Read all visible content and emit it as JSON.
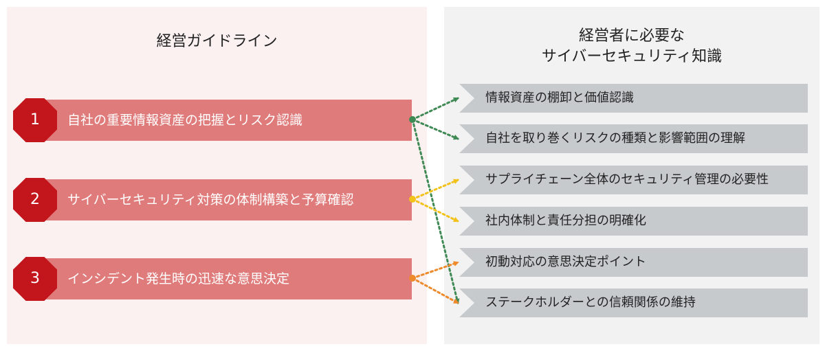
{
  "left_panel": {
    "title": "経営ガイドライン",
    "items": [
      {
        "number": "1",
        "label": "自社の重要情報資産の把握とリスク認識"
      },
      {
        "number": "2",
        "label": "サイバーセキュリティ対策の体制構築と予算確認"
      },
      {
        "number": "3",
        "label": "インシデント発生時の迅速な意思決定"
      }
    ]
  },
  "right_panel": {
    "title_line1": "経営者に必要な",
    "title_line2": "サイバーセキュリティ知識",
    "items": [
      {
        "label": "情報資産の棚卸と価値認識"
      },
      {
        "label": "自社を取り巻くリスクの種類と影響範囲の理解"
      },
      {
        "label": "サプライチェーン全体のセキュリティ管理の必要性"
      },
      {
        "label": "社内体制と責任分担の明確化"
      },
      {
        "label": "初動対応の意思決定ポイント"
      },
      {
        "label": "ステークホルダーとの信頼関係の維持"
      }
    ]
  },
  "connections": [
    {
      "from": 1,
      "to": [
        1,
        2,
        6
      ],
      "color": "#3f8a54"
    },
    {
      "from": 2,
      "to": [
        3,
        4
      ],
      "color": "#f2c21b"
    },
    {
      "from": 3,
      "to": [
        5,
        6
      ],
      "color": "#ef8a2c"
    }
  ],
  "colors": {
    "left_panel_bg": "#fbf1f1",
    "right_panel_bg": "#f2f2f2",
    "bar": "#e07b7b",
    "badge": "#c2161c",
    "item": "#c6cacd"
  }
}
